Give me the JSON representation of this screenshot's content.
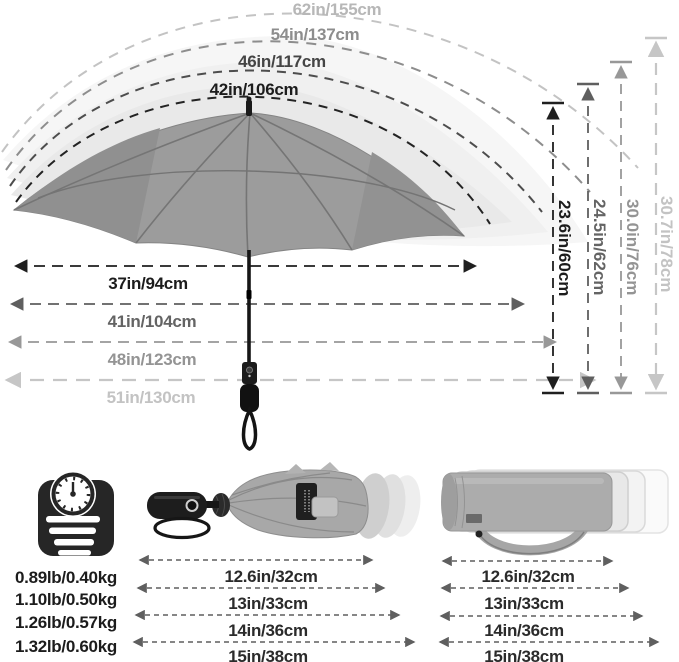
{
  "open_umbrella": {
    "canopy_diameters": [
      {
        "label": "42in/106cm"
      },
      {
        "label": "46in/117cm"
      },
      {
        "label": "54in/137cm"
      },
      {
        "label": "62in/155cm"
      }
    ],
    "flat_widths": [
      {
        "label": "37in/94cm"
      },
      {
        "label": "41in/104cm"
      },
      {
        "label": "48in/123cm"
      },
      {
        "label": "51in/130cm"
      }
    ],
    "heights": [
      {
        "label": "23.6in/60cm"
      },
      {
        "label": "24.5in/62cm"
      },
      {
        "label": "30.0in/76cm"
      },
      {
        "label": "30.7in/78cm"
      }
    ]
  },
  "weight": {
    "values": [
      "0.89lb/0.40kg",
      "1.10lb/0.50kg",
      "1.26lb/0.57kg",
      "1.32lb/0.60kg"
    ]
  },
  "folded_umbrella": {
    "lengths": [
      "12.6in/32cm",
      "13in/33cm",
      "14in/36cm",
      "15in/38cm"
    ]
  },
  "sleeve": {
    "lengths": [
      "12.6in/32cm",
      "13in/33cm",
      "14in/36cm",
      "15in/38cm"
    ]
  },
  "icons": {
    "weight_scale": "bathroom-scale-icon"
  },
  "colors": {
    "size_1": "#1c1c1c",
    "size_2": "#646464",
    "size_3": "#949494",
    "size_4": "#c3c3c3",
    "canopy_gray": "#9c9c9c"
  }
}
